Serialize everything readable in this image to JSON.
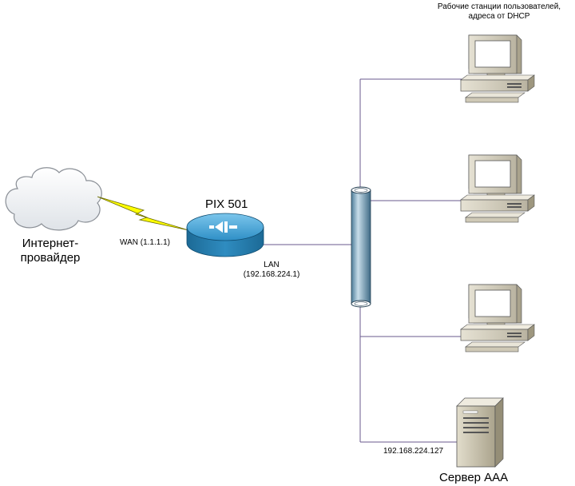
{
  "labels": {
    "workstations_line1": "Рабочие станции пользователей,",
    "workstations_line2": "адреса от DHCP",
    "router_name": "PIX 501",
    "wan": "WAN (1.1.1.1)",
    "isp_line1": "Интернет-",
    "isp_line2": "провайдер",
    "lan_line1": "LAN",
    "lan_line2": "(192.168.224.1)",
    "server_ip": "192.168.224.127",
    "server_name": "Сервер AAA"
  },
  "icons": [
    "cloud-icon",
    "lightning-icon",
    "router-icon",
    "hub-icon",
    "workstation-icon",
    "server-icon"
  ],
  "colors": {
    "cloud_fill": "#eef0f3",
    "lightning": "#ffff00",
    "router_top": "#2e9ad0",
    "router_side": "#1a6f9e",
    "hub": "#8fb4c8",
    "link_line": "#6a5a8c",
    "computer_body": "#d9d4c4",
    "screen": "#ffffff"
  }
}
